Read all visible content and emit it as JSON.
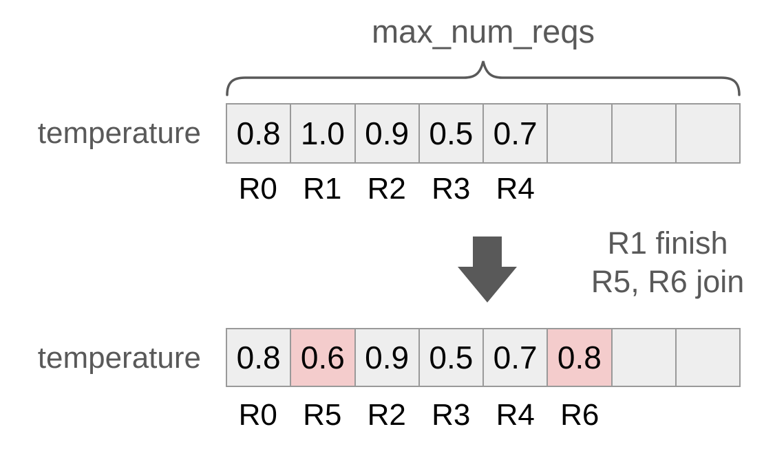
{
  "colors": {
    "background": "#ffffff",
    "cell_bg": "#eeeeee",
    "cell_highlight_bg": "#f4cccc",
    "cell_border": "#999999",
    "gray_text": "#595959",
    "value_text": "#000000",
    "arrow": "#595959"
  },
  "brace": {
    "label": "max_num_reqs"
  },
  "before": {
    "row_label": "temperature",
    "cells": [
      {
        "value": "0.8",
        "highlight": false
      },
      {
        "value": "1.0",
        "highlight": false
      },
      {
        "value": "0.9",
        "highlight": false
      },
      {
        "value": "0.5",
        "highlight": false
      },
      {
        "value": "0.7",
        "highlight": false
      },
      {
        "value": "",
        "highlight": false
      },
      {
        "value": "",
        "highlight": false
      },
      {
        "value": "",
        "highlight": false
      }
    ],
    "reqs": [
      "R0",
      "R1",
      "R2",
      "R3",
      "R4",
      "",
      "",
      ""
    ]
  },
  "transition": {
    "line1": "R1 finish",
    "line2": "R5, R6 join"
  },
  "after": {
    "row_label": "temperature",
    "cells": [
      {
        "value": "0.8",
        "highlight": false
      },
      {
        "value": "0.6",
        "highlight": true
      },
      {
        "value": "0.9",
        "highlight": false
      },
      {
        "value": "0.5",
        "highlight": false
      },
      {
        "value": "0.7",
        "highlight": false
      },
      {
        "value": "0.8",
        "highlight": true
      },
      {
        "value": "",
        "highlight": false
      },
      {
        "value": "",
        "highlight": false
      }
    ],
    "reqs": [
      "R0",
      "R5",
      "R2",
      "R3",
      "R4",
      "R6",
      "",
      ""
    ]
  }
}
